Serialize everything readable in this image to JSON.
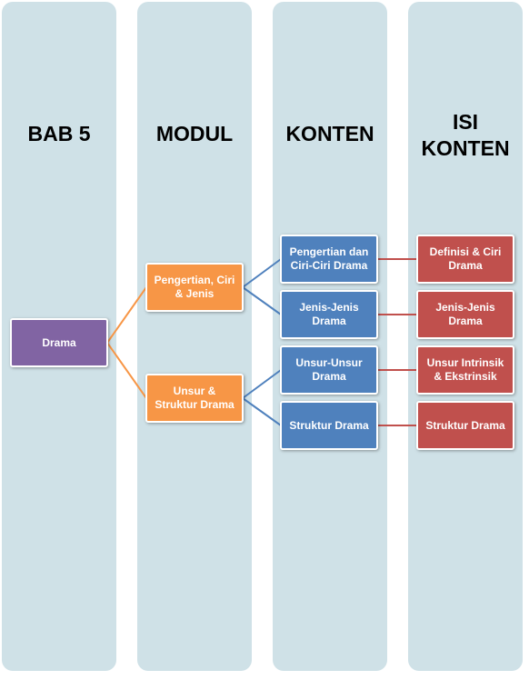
{
  "columns": [
    {
      "title": "BAB 5"
    },
    {
      "title": "MODUL"
    },
    {
      "title": "KONTEN"
    },
    {
      "title": "ISI KONTEN"
    }
  ],
  "root": {
    "label": "Drama"
  },
  "modules": [
    {
      "label": "Pengertian, Ciri & Jenis"
    },
    {
      "label": "Unsur & Struktur Drama"
    }
  ],
  "contents": [
    {
      "label": "Pengertian dan Ciri-Ciri Drama"
    },
    {
      "label": "Jenis-Jenis Drama"
    },
    {
      "label": "Unsur-Unsur Drama"
    },
    {
      "label": "Struktur Drama"
    }
  ],
  "details": [
    {
      "label": "Definisi & Ciri Drama"
    },
    {
      "label": "Jenis-Jenis Drama"
    },
    {
      "label": "Unsur Intrinsik & Ekstrinsik"
    },
    {
      "label": "Struktur Drama"
    }
  ],
  "colors": {
    "column_bg": "#cfe1e7",
    "root": "#8164a3",
    "module": "#f79646",
    "content": "#4f81bd",
    "detail": "#c0504d"
  }
}
